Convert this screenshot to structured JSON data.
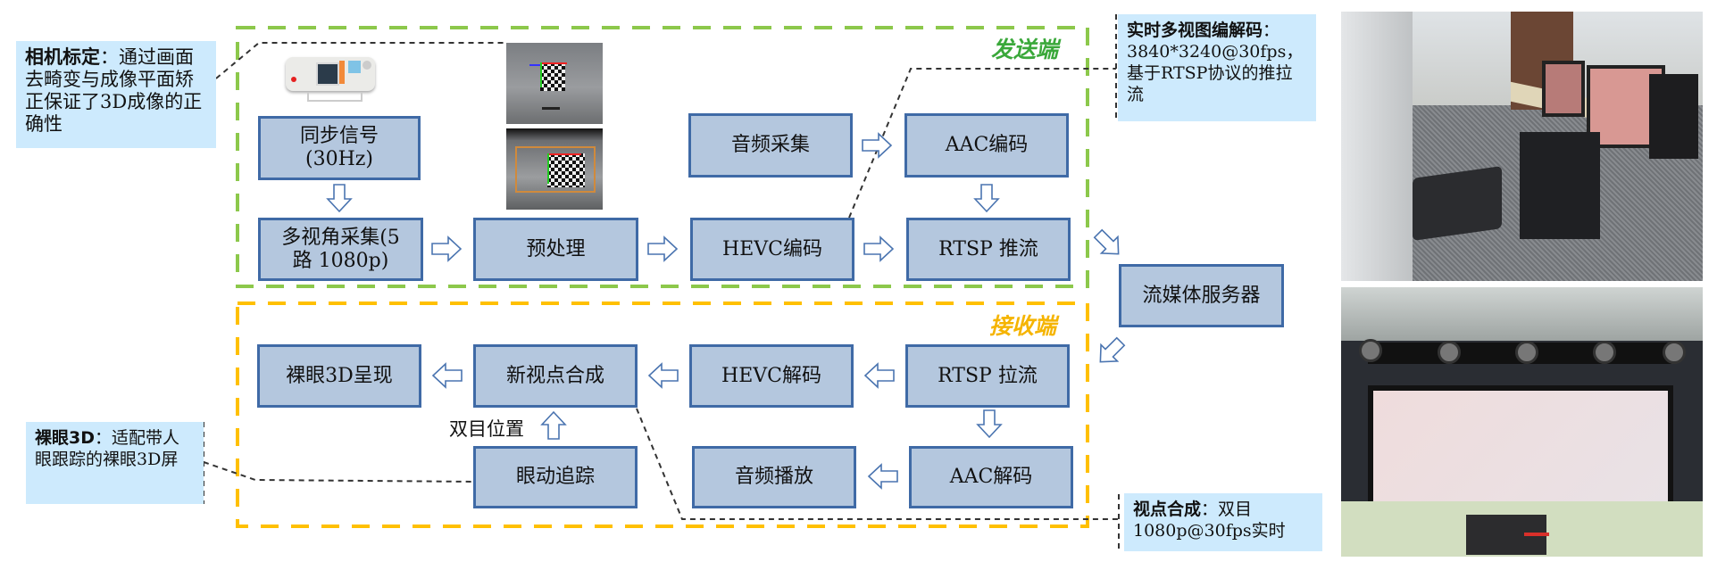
{
  "colors": {
    "sender_region": "#8cc84b",
    "receiver_region": "#ffc000",
    "node_fill": "#b4c7de",
    "node_border": "#3f6aa6",
    "note_fill": "#cdeafd",
    "sender_label": "#3aa83a",
    "receiver_label": "#f5b400"
  },
  "regions": {
    "sender": {
      "label": "发送端"
    },
    "receiver": {
      "label": "接收端"
    }
  },
  "nodes": {
    "sync_signal": {
      "line1": "同步信号",
      "line2": "(30Hz)"
    },
    "multiview_capture": {
      "line1": "多视角采集(5",
      "line2": "路 1080p)"
    },
    "preprocess": {
      "label": "预处理"
    },
    "audio_capture": {
      "label": "音频采集"
    },
    "hevc_encode": {
      "label": "HEVC编码"
    },
    "aac_encode": {
      "label": "AAC编码"
    },
    "rtsp_push": {
      "label": "RTSP 推流"
    },
    "media_server": {
      "label": "流媒体服务器"
    },
    "rtsp_pull": {
      "label": "RTSP 拉流"
    },
    "hevc_decode": {
      "label": "HEVC解码"
    },
    "view_synthesis": {
      "label": "新视点合成"
    },
    "naked_eye_3d_display": {
      "label": "裸眼3D呈现"
    },
    "aac_decode": {
      "label": "AAC解码"
    },
    "audio_playback": {
      "label": "音频播放"
    },
    "eye_tracking": {
      "label": "眼动追踪"
    }
  },
  "edge_labels": {
    "binocular_position": "双目位置"
  },
  "notes": {
    "camera_calibration": {
      "title": "相机标定",
      "sep": "：",
      "body": "通过画面去畸变与成像平面矫正保证了3D成像的正确性"
    },
    "realtime_codec": {
      "title": "实时多视图编解码",
      "sep": "：",
      "body": "3840*3240@30fps，基于RTSP协议的推拉流"
    },
    "naked_eye_3d": {
      "title": "裸眼3D",
      "sep": "：",
      "body": "适配带人眼跟踪的裸眼3D屏"
    },
    "view_synthesis": {
      "title": "视点合成",
      "sep": "：",
      "body": "双目1080p@30fps实时"
    }
  },
  "images": {
    "signal_generator": "signal-generator-photo",
    "calibration_raw": "checkerboard-calibration-photo",
    "calibration_rectified": "checkerboard-rectified-photo",
    "lab_scene": "lab-room-photo",
    "camera_rig_display": "camera-rig-3d-display-photo"
  }
}
